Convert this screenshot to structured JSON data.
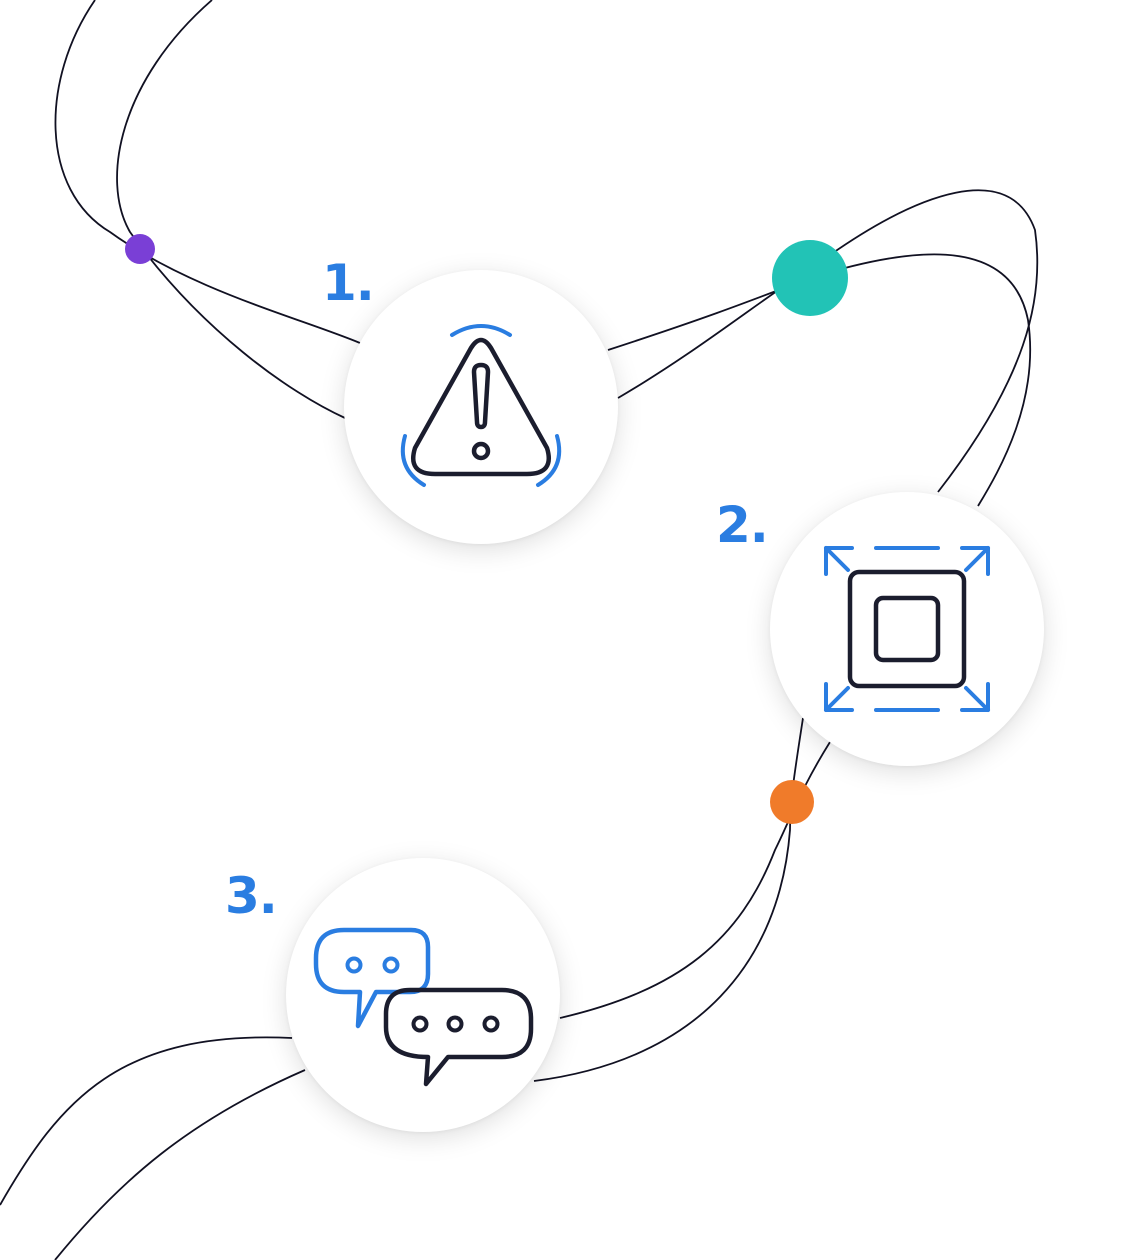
{
  "colors": {
    "accent_blue": "#2a7de1",
    "icon_dark": "#1b1d2e",
    "line": "#111122",
    "dot_purple": "#7a3fd6",
    "dot_teal": "#22c3b6",
    "dot_orange": "#f07b2a"
  },
  "steps": [
    {
      "number": "1.",
      "icon": "warning-triangle-icon"
    },
    {
      "number": "2.",
      "icon": "expand-square-icon"
    },
    {
      "number": "3.",
      "icon": "chat-bubbles-icon"
    }
  ],
  "connector_dots": [
    "purple",
    "teal",
    "orange"
  ]
}
